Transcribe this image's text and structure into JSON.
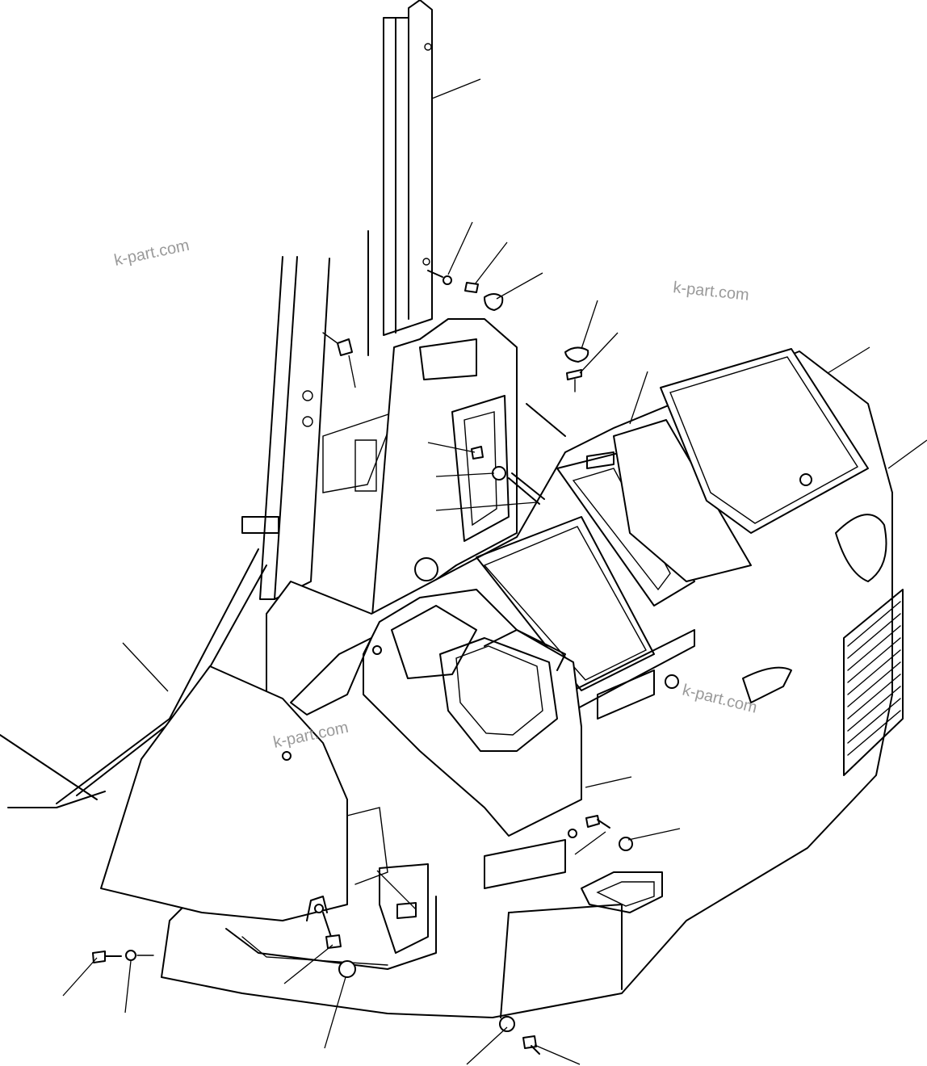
{
  "watermarks": [
    {
      "id": "wm1",
      "text": "k-part.com"
    },
    {
      "id": "wm2",
      "text": "k-part.com"
    },
    {
      "id": "wm3",
      "text": "k-part.com"
    },
    {
      "id": "wm4",
      "text": "k-part.com"
    }
  ],
  "colors": {
    "line": "#000000",
    "watermark": "#9a9a9a",
    "background": "#ffffff"
  }
}
